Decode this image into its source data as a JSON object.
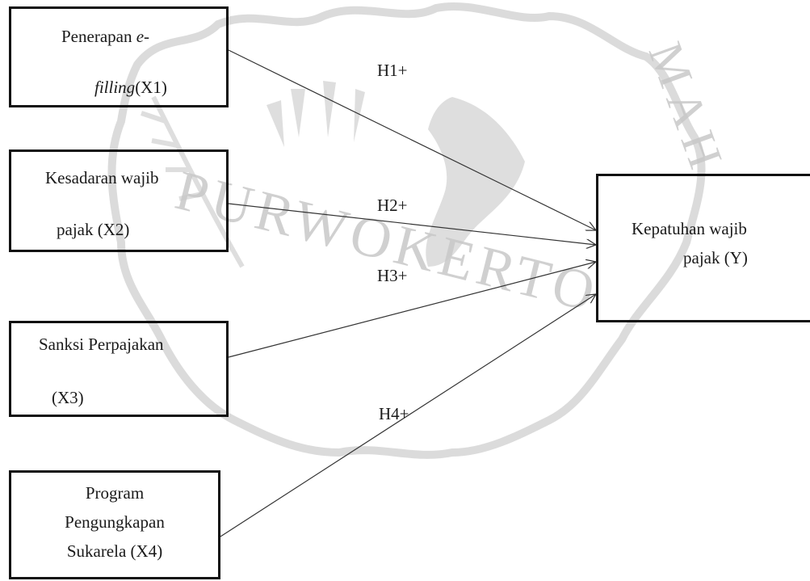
{
  "watermark": {
    "arc_text": "PURWOKERTO",
    "right_text": "MAH",
    "color": "#c4c4c4"
  },
  "boxes": {
    "x1": {
      "line1_prefix": "Penerapan ",
      "line1_italic": "e",
      "line1_suffix": "-",
      "line2_italic": "filling",
      "line2_suffix": "(X1)"
    },
    "x2": {
      "line1": "Kesadaran wajib",
      "line2": "pajak (X2)"
    },
    "x3": {
      "line1": "Sanksi Perpajakan",
      "line2": "(X3)"
    },
    "x4": {
      "line1": "Program",
      "line2": "Pengungkapan",
      "line3": "Sukarela (X4)"
    },
    "y": {
      "line1": "Kepatuhan wajib",
      "line2": "pajak (Y)"
    }
  },
  "hypotheses": {
    "h1": "H1+",
    "h2": "H2+",
    "h3": "H3+",
    "h4": "H4+"
  },
  "colors": {
    "box_border": "#111111",
    "arrow": "#333333",
    "text": "#1a1a1a"
  }
}
